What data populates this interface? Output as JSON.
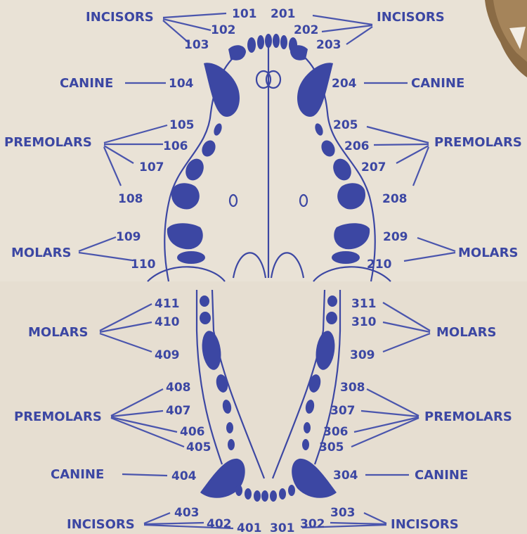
{
  "upper": {
    "incisors_left": "INCISORS",
    "incisors_right": "INCISORS",
    "canine_left": "CANINE",
    "canine_right": "CANINE",
    "premolars_left": "PREMOLARS",
    "premolars_right": "PREMOLARS",
    "molars_left": "MOLARS",
    "molars_right": "MOLARS",
    "t101": "101",
    "t102": "102",
    "t103": "103",
    "t104": "104",
    "t105": "105",
    "t106": "106",
    "t107": "107",
    "t108": "108",
    "t109": "109",
    "t110": "110",
    "t201": "201",
    "t202": "202",
    "t203": "203",
    "t204": "204",
    "t205": "205",
    "t206": "206",
    "t207": "207",
    "t208": "208",
    "t209": "209",
    "t210": "210"
  },
  "lower": {
    "incisors_left": "INCISORS",
    "incisors_right": "INCISORS",
    "canine_left": "CANINE",
    "canine_right": "CANINE",
    "premolars_left": "PREMOLARS",
    "premolars_right": "PREMOLARS",
    "molars_left": "MOLARS",
    "molars_right": "MOLARS",
    "t301": "301",
    "t302": "302",
    "t303": "303",
    "t304": "304",
    "t305": "305",
    "t306": "306",
    "t307": "307",
    "t308": "308",
    "t309": "309",
    "t310": "310",
    "t311": "311",
    "t401": "401",
    "t402": "402",
    "t403": "403",
    "t404": "404",
    "t405": "405",
    "t406": "406",
    "t407": "407",
    "t408": "408",
    "t409": "409",
    "t410": "410",
    "t411": "411"
  },
  "colors": {
    "ink": "#3c47a3",
    "paper": "#e9e2d6",
    "fur": "#8a6b45"
  }
}
